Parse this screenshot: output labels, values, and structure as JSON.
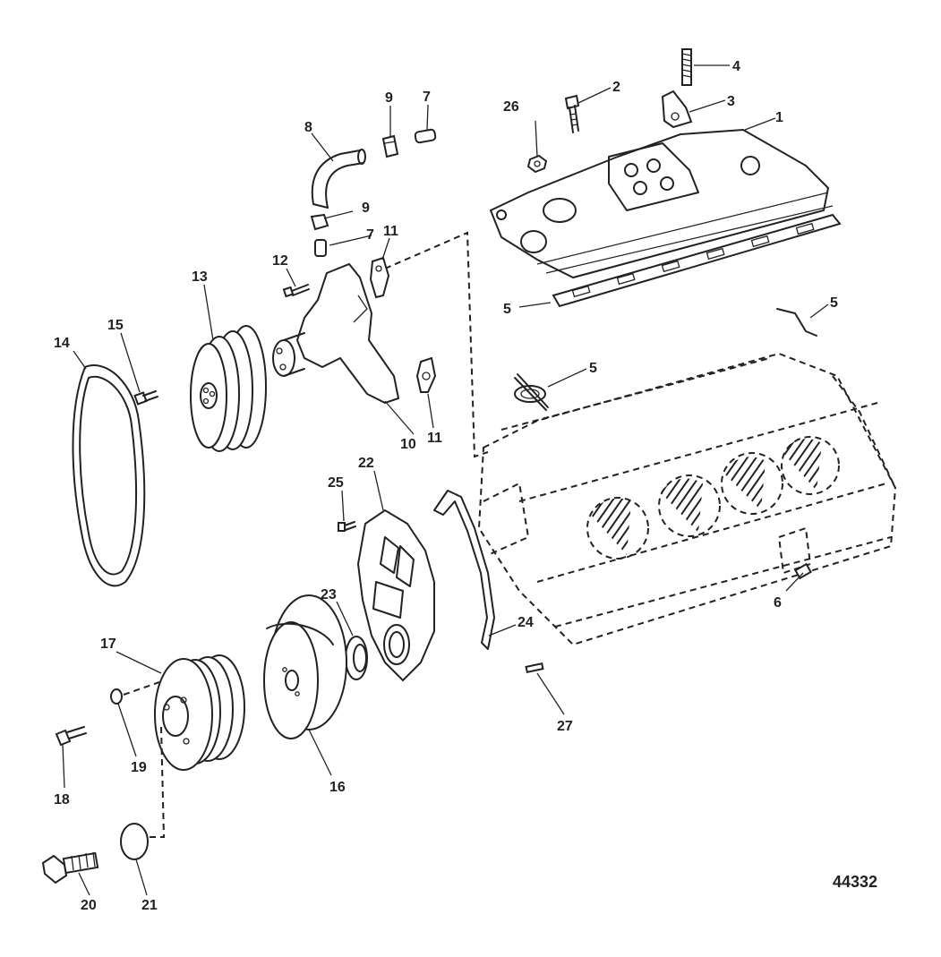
{
  "diagram": {
    "figure_number": "44332",
    "labels": {
      "n1": "1",
      "n2": "2",
      "n3": "3",
      "n4": "4",
      "n5": "5",
      "n6": "6",
      "n7": "7",
      "n8": "8",
      "n9": "9",
      "n10": "10",
      "n11": "11",
      "n12": "12",
      "n13": "13",
      "n14": "14",
      "n15": "15",
      "n16": "16",
      "n17": "17",
      "n18": "18",
      "n19": "19",
      "n20": "20",
      "n21": "21",
      "n22": "22",
      "n23": "23",
      "n24": "24",
      "n25": "25",
      "n26": "26",
      "n27": "27"
    }
  }
}
